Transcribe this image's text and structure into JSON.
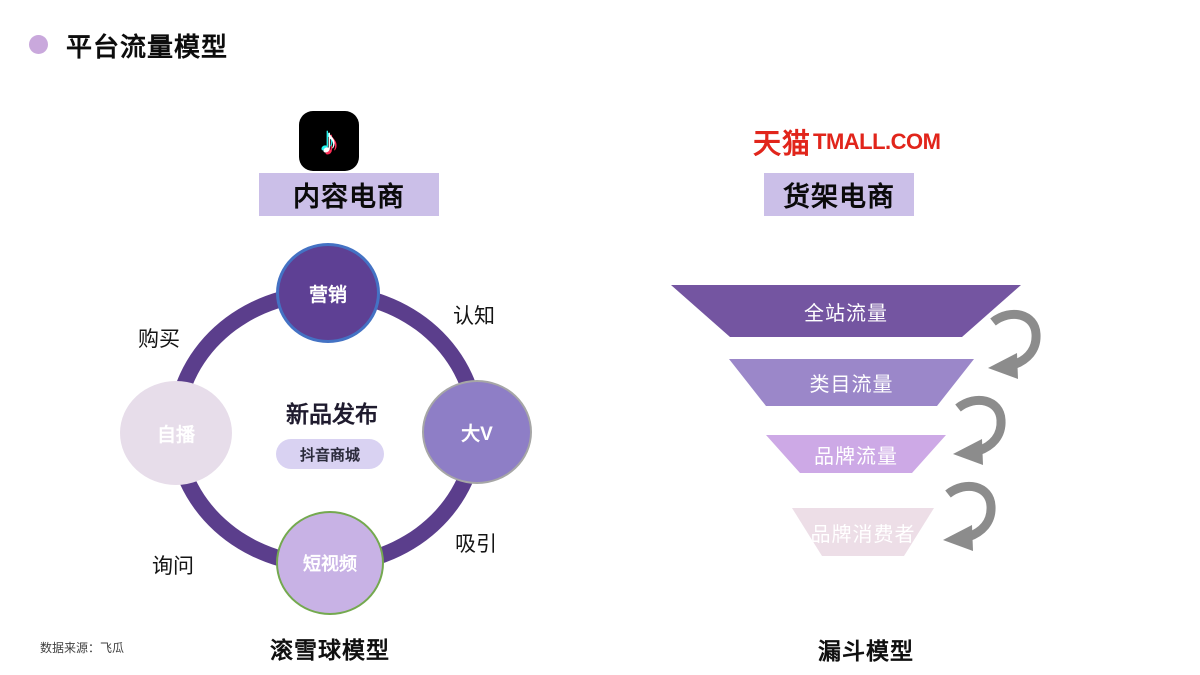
{
  "slide_title": "平台流量模型",
  "source_note": "数据来源：飞瓜",
  "icons": {
    "douyin_note": "♪"
  },
  "colors": {
    "title_bullet": "#C9A8DC",
    "header_box_bg": "#CBBFE8",
    "tmall_red": "#E1251B",
    "ring": "#5B3E8C",
    "center_pill_bg": "#D9D2F2",
    "arrow_gray": "#8C8C8C"
  },
  "content_commerce": {
    "header": "内容电商",
    "caption": "滚雪球模型",
    "center_title": "新品发布",
    "center_pill": "抖音商城",
    "nodes": [
      {
        "label": "营销",
        "bg": "#5E4094",
        "border": "#4472C4"
      },
      {
        "label": "大V",
        "bg": "#8E7EC6",
        "border": "#A6A6A6"
      },
      {
        "label": "短视频",
        "bg": "#C8B2E5",
        "border": "#74A94F"
      },
      {
        "label": "自播",
        "bg": "#E7DDEA",
        "border": "#E7DDEA"
      }
    ],
    "stage_labels": [
      {
        "label": "购买"
      },
      {
        "label": "认知"
      },
      {
        "label": "询问"
      },
      {
        "label": "吸引"
      }
    ]
  },
  "shelf_commerce": {
    "logo_cn": "天猫",
    "logo_en": "TMALL.COM",
    "header": "货架电商",
    "caption": "漏斗模型",
    "funnel_layers": [
      {
        "label": "全站流量",
        "color": "#7455A1"
      },
      {
        "label": "类目流量",
        "color": "#9B87C9"
      },
      {
        "label": "品牌流量",
        "color": "#CDA9E6"
      },
      {
        "label": "品牌消费者",
        "color": "#EDDEE7"
      }
    ]
  }
}
